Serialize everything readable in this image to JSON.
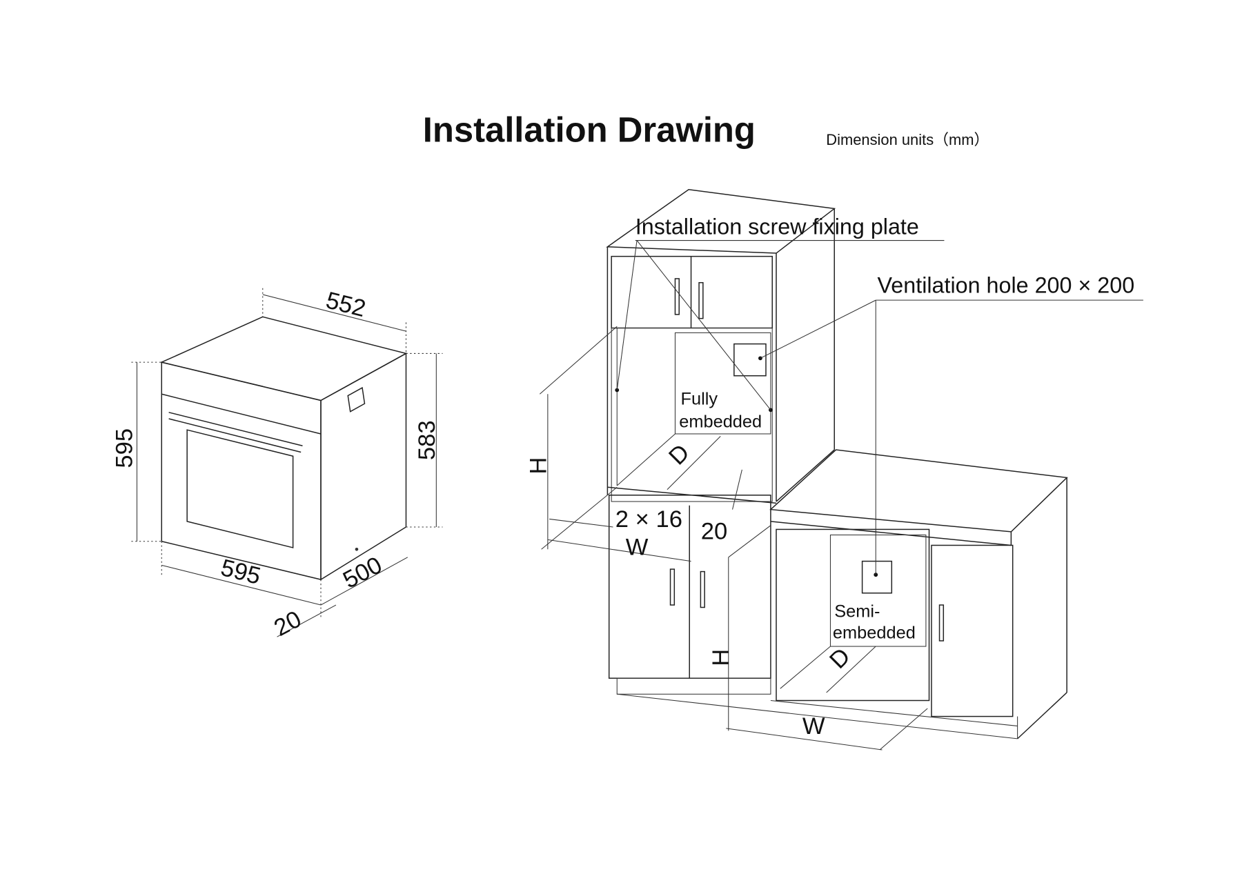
{
  "title": "Installation Drawing",
  "units": "Dimension units（mm）",
  "oven": {
    "dims": {
      "depth_top": "552",
      "height_left": "595",
      "height_right": "583",
      "width": "595",
      "depth": "500",
      "panel": "20"
    }
  },
  "cabinet": {
    "screw_label": "Installation screw fixing plate",
    "vent_label": "Ventilation hole 200 × 200",
    "fully": {
      "line1": "Fully",
      "line2": "embedded",
      "H": "H",
      "W": "W",
      "D": "D",
      "gap": "2 × 16",
      "twenty": "20"
    },
    "semi": {
      "line1": "Semi-",
      "line2": "embedded",
      "H": "H",
      "W": "W",
      "D": "D"
    }
  }
}
